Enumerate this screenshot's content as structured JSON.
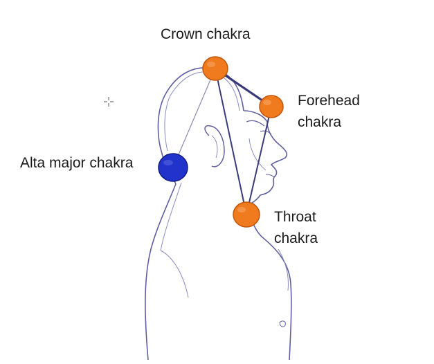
{
  "labels": {
    "crown": "Crown chakra",
    "forehead_line1": "Forehead",
    "forehead_line2": "chakra",
    "alta": "Alta major chakra",
    "throat_line1": "Throat",
    "throat_line2": "chakra"
  },
  "colors": {
    "background": "#ffffff",
    "outline": "#5f5fa0",
    "connector": "#3a3a7a",
    "chakra_orange": "#f07a1e",
    "chakra_orange_edge": "#c0560c",
    "chakra_blue": "#2233cc",
    "chakra_blue_edge": "#121a80"
  },
  "icons": {
    "cursor": "crosshair-icon"
  }
}
